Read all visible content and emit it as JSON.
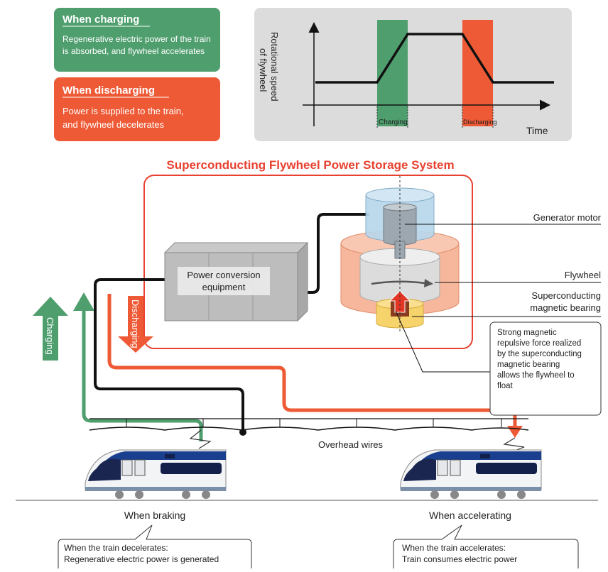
{
  "legend": {
    "charging": {
      "title": "When charging",
      "line1": "Regenerative electric power of the train",
      "line2": "is absorbed, and flywheel accelerates",
      "color": "#4f9e6e"
    },
    "discharging": {
      "title": "When discharging",
      "line1": "Power is supplied to the train,",
      "line2": "and flywheel decelerates",
      "color": "#ee5a36"
    }
  },
  "graph": {
    "ylabel_line1": "Rotational speed",
    "ylabel_line2": "of flywheel",
    "xlabel": "Time",
    "charging_label": "Charging",
    "discharging_label": "Discharging"
  },
  "system": {
    "title": "Superconducting Flywheel Power Storage System",
    "title_color": "#e8412f",
    "power_conversion_line1": "Power conversion",
    "power_conversion_line2": "equipment",
    "discharging_arrow": "Discharging",
    "charging_arrow": "Charging"
  },
  "labels": {
    "generator_motor": "Generator motor",
    "flywheel": "Flywheel",
    "bearing_line1": "Superconducting",
    "bearing_line2": "magnetic bearing",
    "callout_lines": [
      "Strong magnetic",
      "repulsive force realized",
      "by the superconducting",
      "magnetic bearing",
      "allows the flywheel to",
      "float"
    ],
    "overhead_wires": "Overhead wires"
  },
  "trains": {
    "left_caption": "When braking",
    "right_caption": "When accelerating",
    "left_note_line1": "When the train decelerates:",
    "left_note_line2": "Regenerative electric power is generated",
    "right_note_line1": "When the train accelerates:",
    "right_note_line2": "Train consumes electric power"
  }
}
